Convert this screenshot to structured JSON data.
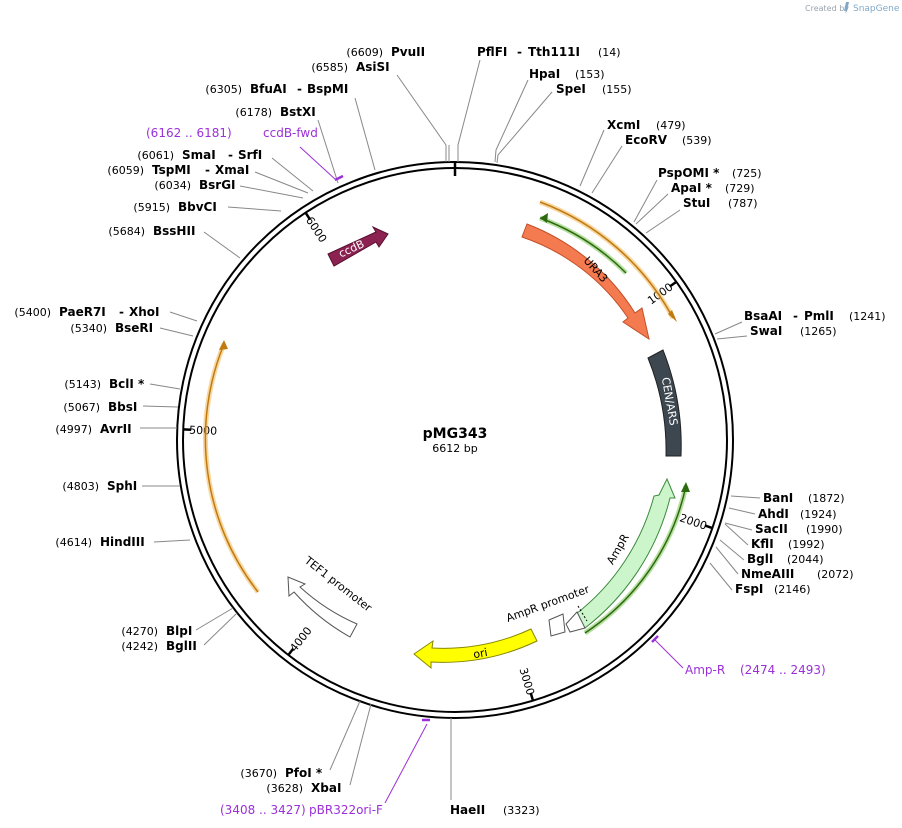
{
  "credit": {
    "prefix": "Created by",
    "brand": "SnapGene"
  },
  "plasmid": {
    "name": "pMG343",
    "length_bp": 6612,
    "length_label": "6612 bp"
  },
  "ticks": [
    {
      "label": "1000",
      "bp": 1000
    },
    {
      "label": "2000",
      "bp": 2000
    },
    {
      "label": "3000",
      "bp": 3000
    },
    {
      "label": "4000",
      "bp": 4000
    },
    {
      "label": "5000",
      "bp": 5000
    },
    {
      "label": "6000",
      "bp": 6000
    }
  ],
  "enzymes": [
    {
      "name": "PvuII",
      "pos": "(6609)"
    },
    {
      "name": "AsiSI",
      "pos": "(6585)"
    },
    {
      "name": "BfuAI",
      "name2": "BspMI",
      "pos": "(6305)"
    },
    {
      "name": "BstXI",
      "pos": "(6178)"
    },
    {
      "name": "SmaI",
      "name2": "SrfI",
      "pos": "(6061)"
    },
    {
      "name": "TspMI",
      "name2": "XmaI",
      "pos": "(6059)"
    },
    {
      "name": "BsrGI",
      "pos": "(6034)"
    },
    {
      "name": "BbvCI",
      "pos": "(5915)"
    },
    {
      "name": "BssHII",
      "pos": "(5684)"
    },
    {
      "name": "PaeR7I",
      "name2": "XhoI",
      "pos": "(5400)"
    },
    {
      "name": "BseRI",
      "pos": "(5340)"
    },
    {
      "name": "BclI *",
      "pos": "(5143)"
    },
    {
      "name": "BbsI",
      "pos": "(5067)"
    },
    {
      "name": "AvrII",
      "pos": "(4997)"
    },
    {
      "name": "SphI",
      "pos": "(4803)"
    },
    {
      "name": "HindIII",
      "pos": "(4614)"
    },
    {
      "name": "BlpI",
      "pos": "(4270)"
    },
    {
      "name": "BglII",
      "pos": "(4242)"
    },
    {
      "name": "PfoI *",
      "pos": "(3670)"
    },
    {
      "name": "XbaI",
      "pos": "(3628)"
    },
    {
      "name": "HaeII",
      "pos": "(3323)"
    },
    {
      "name": "PflFI",
      "name2": "Tth111I",
      "pos": "(14)"
    },
    {
      "name": "HpaI",
      "pos": "(153)"
    },
    {
      "name": "SpeI",
      "pos": "(155)"
    },
    {
      "name": "XcmI",
      "pos": "(479)"
    },
    {
      "name": "EcoRV",
      "pos": "(539)"
    },
    {
      "name": "PspOMI *",
      "pos": "(725)"
    },
    {
      "name": "ApaI *",
      "pos": "(729)"
    },
    {
      "name": "StuI",
      "pos": "(787)"
    },
    {
      "name": "BsaAI",
      "name2": "PmlI",
      "pos": "(1241)"
    },
    {
      "name": "SwaI",
      "pos": "(1265)"
    },
    {
      "name": "BanI",
      "pos": "(1872)"
    },
    {
      "name": "AhdI",
      "pos": "(1924)"
    },
    {
      "name": "SacII",
      "pos": "(1990)"
    },
    {
      "name": "KflI",
      "pos": "(1992)"
    },
    {
      "name": "BglI",
      "pos": "(2044)"
    },
    {
      "name": "NmeAIII",
      "pos": "(2072)"
    },
    {
      "name": "FspI",
      "pos": "(2146)"
    }
  ],
  "primers": [
    {
      "name": "ccdB-fwd",
      "range": "(6162 .. 6181)"
    },
    {
      "name": "Amp-R",
      "range": "(2474 .. 2493)"
    },
    {
      "name": "pBR322ori-F",
      "range": "(3408 .. 3427)"
    }
  ],
  "features": {
    "ccdB": {
      "label": "ccdB",
      "color": "#8b2252"
    },
    "URA3": {
      "label": "URA3",
      "color": "#f47a4f"
    },
    "CEN_ARS": {
      "label": "CEN/ARS",
      "color": "#3d4750"
    },
    "AmpR": {
      "label": "AmpR",
      "color": "#ccf5cc"
    },
    "AmpR_promoter": {
      "label": "AmpR promoter",
      "color": "#ffffff"
    },
    "ori": {
      "label": "ori",
      "color": "#ffff00"
    },
    "TEF1_promoter": {
      "label": "TEF1 promoter",
      "color": "#ffffff"
    }
  },
  "colors": {
    "primer": "#9b30d9",
    "orf_orange": "#f0a830",
    "orf_green": "#5fb82c",
    "backbone": "#000000"
  }
}
